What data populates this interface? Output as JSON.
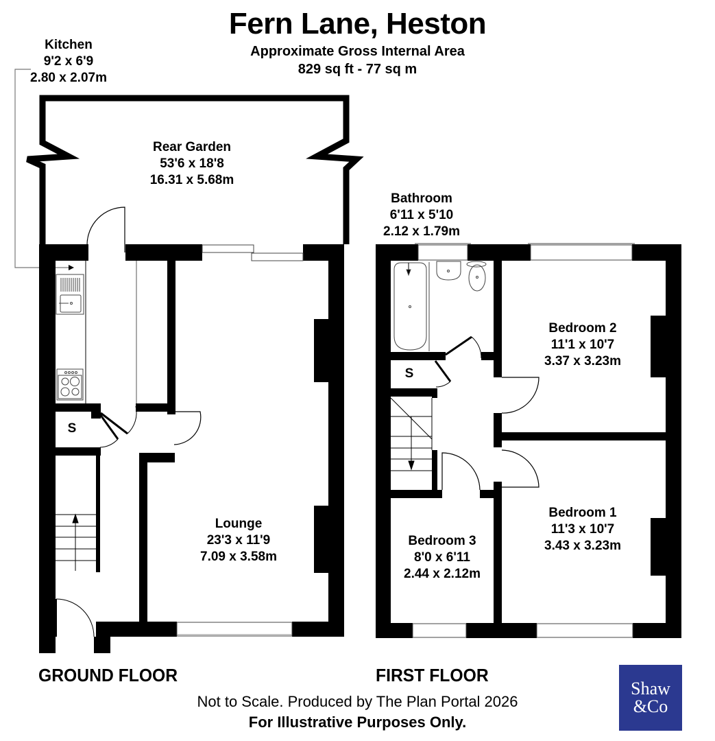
{
  "header": {
    "title": "Fern Lane, Heston",
    "subtitle": "Approximate Gross Internal Area",
    "area": "829 sq ft - 77 sq m"
  },
  "rooms": {
    "kitchen": {
      "name": "Kitchen",
      "imperial": "9'2 x 6'9",
      "metric": "2.80 x 2.07m"
    },
    "rear_garden": {
      "name": "Rear Garden",
      "imperial": "53'6 x 18'8",
      "metric": "16.31 x 5.68m"
    },
    "lounge": {
      "name": "Lounge",
      "imperial": "23'3 x 11'9",
      "metric": "7.09 x 3.58m"
    },
    "bathroom": {
      "name": "Bathroom",
      "imperial": "6'11 x 5'10",
      "metric": "2.12 x 1.79m"
    },
    "bedroom2": {
      "name": "Bedroom 2",
      "imperial": "11'1 x 10'7",
      "metric": "3.37 x 3.23m"
    },
    "bedroom1": {
      "name": "Bedroom 1",
      "imperial": "11'3 x 10'7",
      "metric": "3.43 x 3.23m"
    },
    "bedroom3": {
      "name": "Bedroom 3",
      "imperial": "8'0 x 6'11",
      "metric": "2.44 x 2.12m"
    },
    "store_ground": {
      "name": "S"
    },
    "store_first": {
      "name": "S"
    }
  },
  "floors": {
    "ground": "GROUND FLOOR",
    "first": "FIRST FLOOR"
  },
  "footer": {
    "disclaimer": "Not to Scale. Produced by The Plan Portal 2026",
    "illustrative": "For Illustrative Purposes Only."
  },
  "logo": {
    "line1": "Shaw",
    "line2": "&Co",
    "color": "#2b3990"
  }
}
